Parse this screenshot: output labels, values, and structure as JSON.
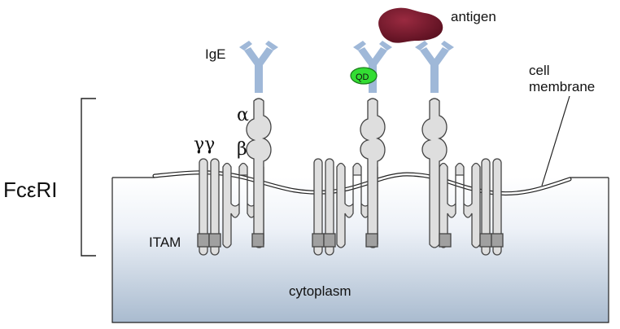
{
  "labels": {
    "receptor": "FcεRI",
    "ige": "IgE",
    "antigen": "antigen",
    "qd": "QD",
    "cell_membrane_line1": "cell",
    "cell_membrane_line2": "membrane",
    "alpha": "α",
    "beta": "β",
    "gamma_pair": "γγ",
    "itam": "ITAM",
    "cytoplasm": "cytoplasm"
  },
  "colors": {
    "antibody": "#9fb8d8",
    "antigen": "#7a1f2e",
    "qd": "#33dd33",
    "protein_fill": "#dedede",
    "protein_stroke": "#444444",
    "itam_box": "#a0a0a0",
    "cytoplasm_top": "#f4f7fb",
    "cytoplasm_bottom": "#a9bbcf"
  },
  "icons": {
    "antibody": "y-shaped-antibody-icon",
    "antigen": "antigen-blob-icon",
    "quantum_dot": "qd-ellipse-icon"
  }
}
